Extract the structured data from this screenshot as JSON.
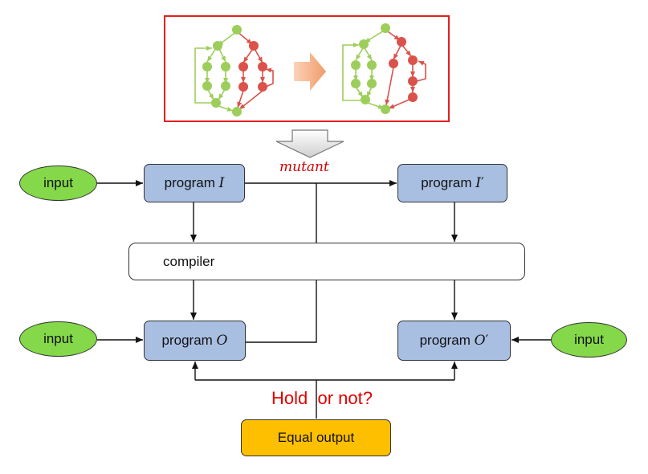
{
  "inputs": {
    "top_left": "input",
    "bottom_left": "input",
    "bottom_right": "input"
  },
  "program_I": {
    "label": "program ",
    "var": "I",
    "prime": ""
  },
  "program_I_prime": {
    "label": "program ",
    "var": "I",
    "prime": "′"
  },
  "program_O": {
    "label": "program ",
    "var": "O",
    "prime": ""
  },
  "program_O_prime": {
    "label": "program ",
    "var": "O",
    "prime": "′"
  },
  "compiler": "compiler",
  "mutant": "mutant",
  "hold_question": "Hold  or not?",
  "equal_output": "Equal output",
  "colors": {
    "program_fill": "#a9bfe2",
    "input_fill": "#84d84a",
    "equal_fill": "#fdbf00",
    "highlight_red": "#e00000",
    "graph_green": "#8cc63f",
    "graph_red": "#d4342c"
  },
  "icons": [
    "control-flow-graph-icon",
    "transform-arrow-icon",
    "down-arrow-icon"
  ]
}
